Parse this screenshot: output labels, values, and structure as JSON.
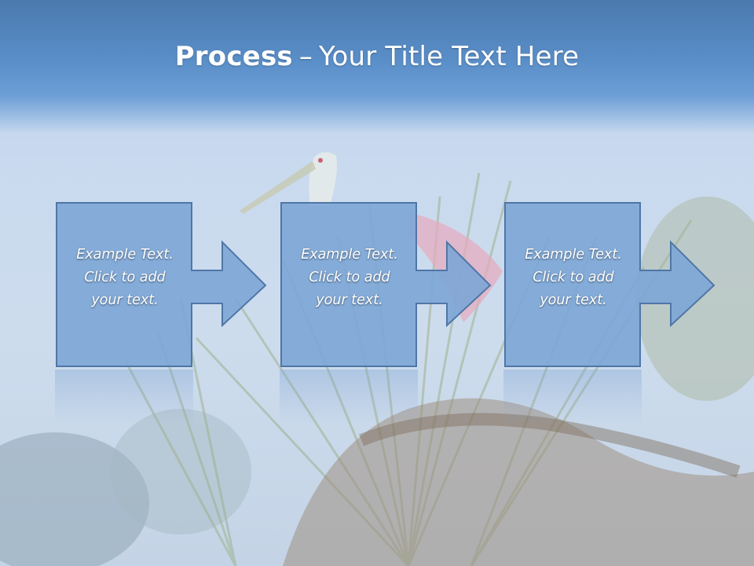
{
  "slide": {
    "title_bold": "Process",
    "title_dash": "–",
    "title_rest": "Your Title Text Here"
  },
  "process": {
    "steps": [
      {
        "text": "Example Text.\nClick  to add\nyour text."
      },
      {
        "text": "Example Text.\nClick  to add\nyour text."
      },
      {
        "text": "Example Text.\nClick  to add\nyour text."
      }
    ]
  },
  "colors": {
    "box_fill": "#7ba5d6",
    "box_border": "#4f76a6",
    "title_band": "#5a8ec8"
  }
}
